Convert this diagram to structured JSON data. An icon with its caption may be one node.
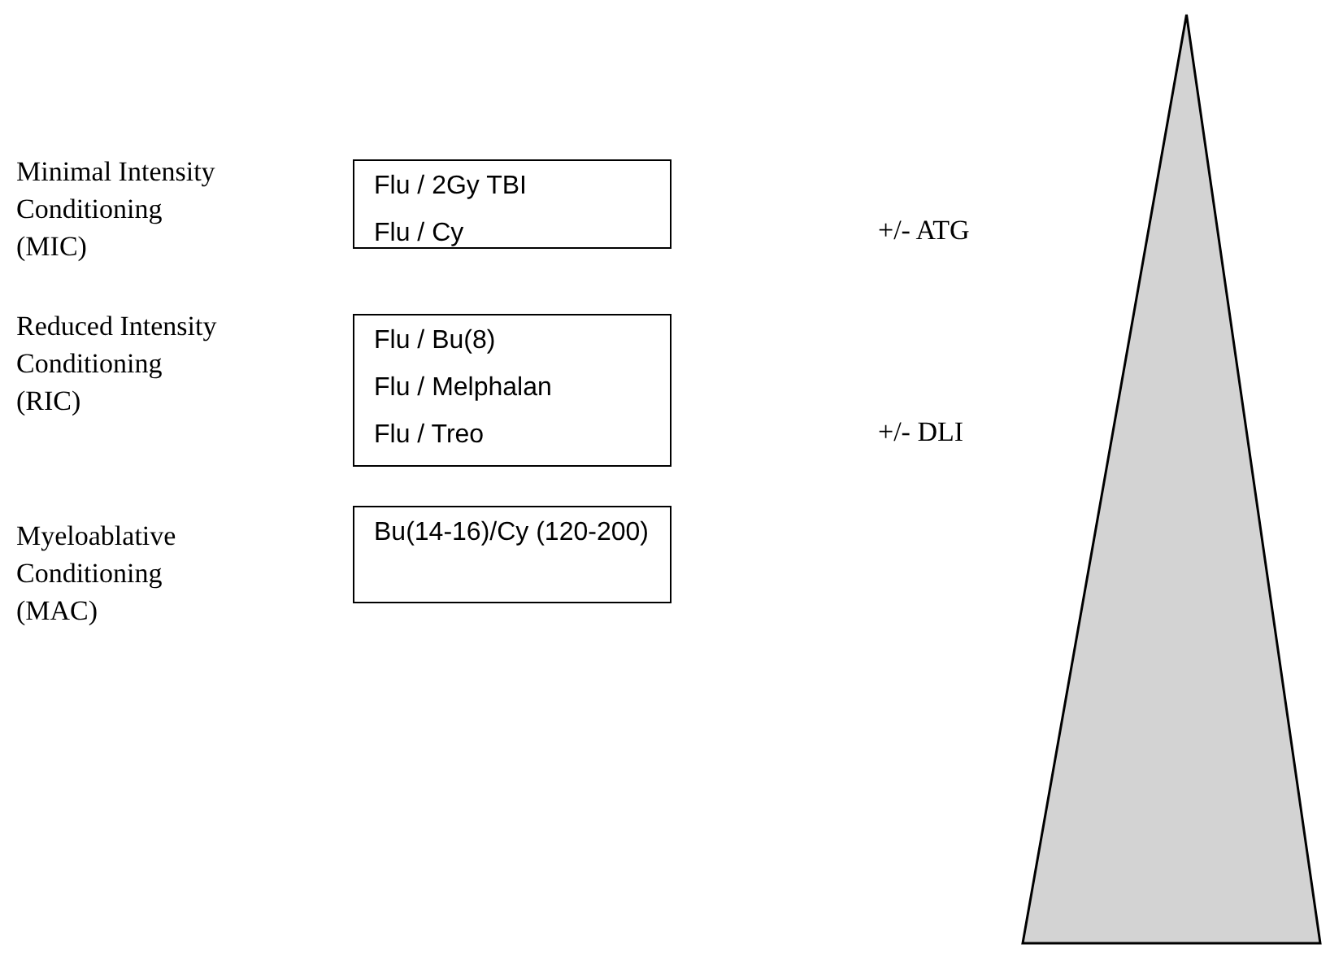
{
  "diagram": {
    "nodes": [
      {
        "text": [
          "Flu / 2Gy TBI",
          "Flu / Cy"
        ]
      },
      {
        "text": [
          "Flu / Bu(8)",
          "Flu / Melphalan",
          "Flu / Treo"
        ]
      },
      {
        "text": [
          "Bu(14-16)/Cy (120-200)"
        ]
      },
      {
        "text": [],
        "shape": "triangle"
      }
    ],
    "labels": [
      "Minimal Intensity Conditioning (MIC)",
      "+/- ATG",
      "Reduced Intensity Conditioning (RIC)",
      "+/- DLI",
      "Myeloablative Conditioning (MAC)"
    ]
  }
}
